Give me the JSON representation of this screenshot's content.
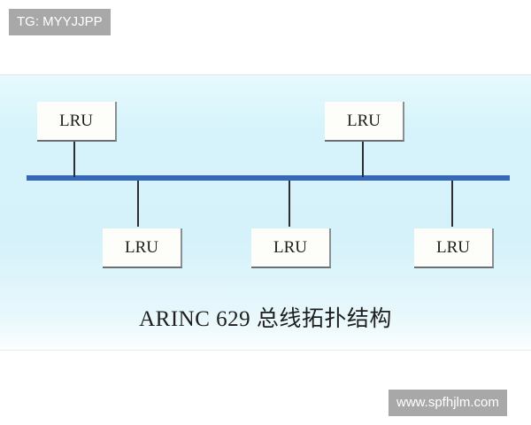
{
  "watermarks": {
    "top_label": "TG: MYYJJPP",
    "bottom_label": "www.spfhjlm.com"
  },
  "diagram": {
    "title": "ARINC 629 总线拓扑结构",
    "bus": {
      "name": "ARINC 629 bus",
      "color": "#3569b8"
    },
    "nodes": [
      {
        "label": "LRU",
        "position": "top-left"
      },
      {
        "label": "LRU",
        "position": "top-right"
      },
      {
        "label": "LRU",
        "position": "bottom-left"
      },
      {
        "label": "LRU",
        "position": "bottom-center"
      },
      {
        "label": "LRU",
        "position": "bottom-right"
      }
    ],
    "colors": {
      "background": "#d6f3fb",
      "node_fill": "#fdfdf9",
      "stub_line": "#2b2f33"
    }
  }
}
